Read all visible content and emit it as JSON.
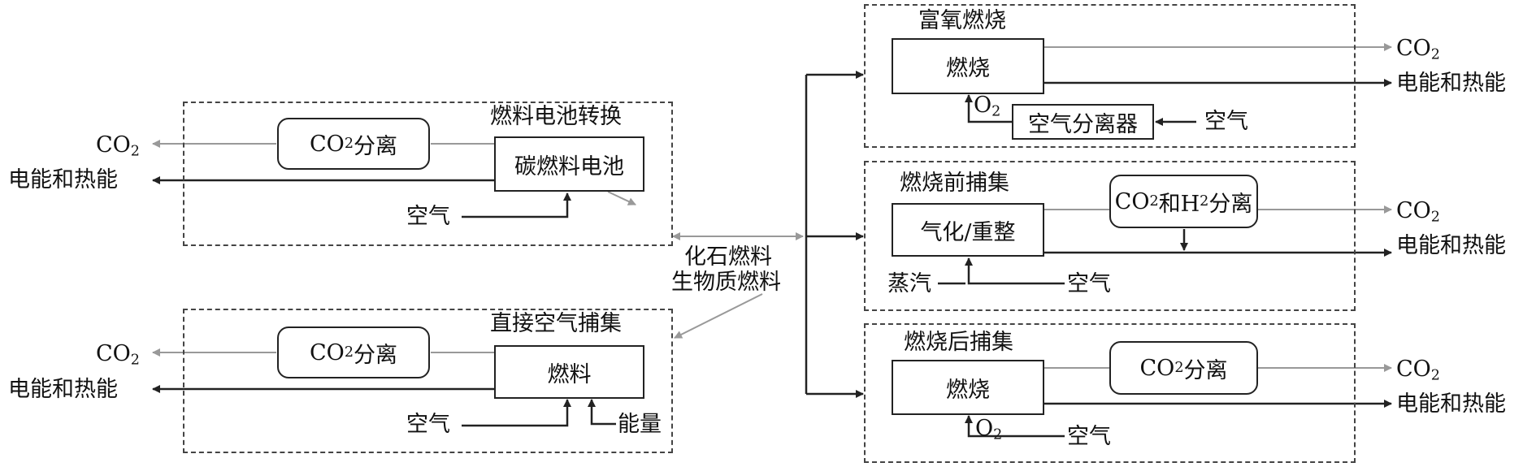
{
  "center": {
    "line1": "化石燃料",
    "line2": "生物质燃料"
  },
  "fuel_cell": {
    "title": "燃料电池转换",
    "sep_pre": "CO",
    "sep_sub": "2",
    "sep_post": "分离",
    "core": "碳燃料电池",
    "air": "空气",
    "out_co2_pre": "CO",
    "out_co2_sub": "2",
    "out_energy": "电能和热能"
  },
  "dac": {
    "title": "直接空气捕集",
    "sep_pre": "CO",
    "sep_sub": "2",
    "sep_post": "分离",
    "core": "燃料",
    "air": "空气",
    "energy_in": "能量",
    "out_co2_pre": "CO",
    "out_co2_sub": "2",
    "out_energy": "电能和热能"
  },
  "oxy": {
    "title": "富氧燃烧",
    "core": "燃烧",
    "separator": "空气分离器",
    "air": "空气",
    "o2_pre": "O",
    "o2_sub": "2",
    "out_co2_pre": "CO",
    "out_co2_sub": "2",
    "out_energy": "电能和热能"
  },
  "pre": {
    "title": "燃烧前捕集",
    "core": "气化/重整",
    "sep_a": "CO",
    "sep_a_sub": "2",
    "sep_b": "和H",
    "sep_b_sub": "2",
    "sep_c": "分离",
    "steam": "蒸汽",
    "air": "空气",
    "out_co2_pre": "CO",
    "out_co2_sub": "2",
    "out_energy": "电能和热能"
  },
  "post": {
    "title": "燃烧后捕集",
    "core": "燃烧",
    "sep_pre": "CO",
    "sep_sub": "2",
    "sep_post": "分离",
    "air": "空气",
    "o2_pre": "O",
    "o2_sub": "2",
    "out_co2_pre": "CO",
    "out_co2_sub": "2",
    "out_energy": "电能和热能"
  },
  "colors": {
    "line_dark": "#222222",
    "line_gray": "#999999"
  }
}
